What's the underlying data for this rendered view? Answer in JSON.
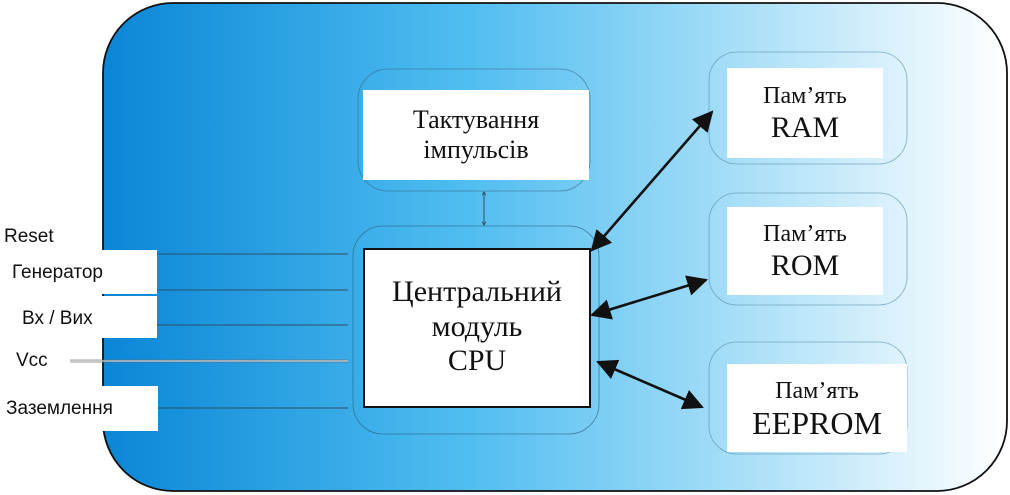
{
  "colors": {
    "gradient_start": "#0a86d6",
    "gradient_mid": "#4fbdf0",
    "gradient_end": "#ffffff",
    "line": "#111111",
    "box_fill": "#ffffff"
  },
  "clock_block": {
    "line1": "Тактування",
    "line2": "імпульсів"
  },
  "cpu_block": {
    "line1": "Центральний",
    "line2": "модуль",
    "line3": "CPU"
  },
  "memory_blocks": [
    {
      "line1": "Пам’ять",
      "line2": "RAM"
    },
    {
      "line1": "Пам’ять",
      "line2": "ROM"
    },
    {
      "line1": "Пам’ять",
      "line2": "EEPROM"
    }
  ],
  "pins": {
    "reset": "Reset",
    "generator": "Генератор",
    "io": "Вх / Вих",
    "vcc": "Vcc",
    "ground": "Заземлення"
  }
}
